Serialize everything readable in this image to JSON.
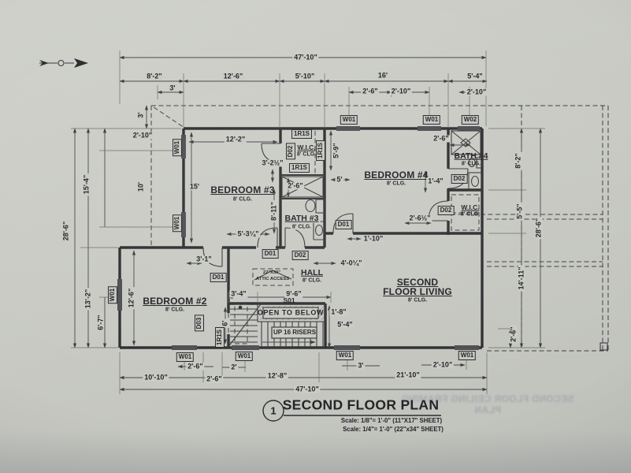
{
  "drawing": {
    "title": "SECOND FLOOR PLAN",
    "sheet_bubble": "1",
    "scale_note_1": "Scale: 1/8\"= 1'-0\" (11\"X17\" SHEET)",
    "scale_note_2": "Scale: 1/4\"= 1'-0\" (22\"x34\" SHEET)",
    "ghost_bleed_text": "SECOND FLOOR CEILING FRAMING PLAN"
  },
  "rooms": {
    "bed2": {
      "name": "BEDROOM #2",
      "ceiling": "8' CLG."
    },
    "bed3": {
      "name": "BEDROOM #3",
      "ceiling": "8' CLG."
    },
    "bed4": {
      "name": "BEDROOM #4",
      "ceiling": "8' CLG."
    },
    "bath3": {
      "name": "BATH #3",
      "ceiling": "8' CLG."
    },
    "bath4": {
      "name": "BATH #4",
      "ceiling": "8' CLG."
    },
    "wic_hall": {
      "name": "W.I.C.",
      "ceiling": "8' CLG."
    },
    "wic_bed4": {
      "name": "W.I.C.",
      "ceiling": "8' CLG."
    },
    "hall": {
      "name": "HALL",
      "ceiling": "8' CLG."
    },
    "living": {
      "name_line1": "SECOND",
      "name_line2": "FLOOR LIVING",
      "ceiling": "8' CLG."
    }
  },
  "stair": {
    "open_to_below": "OPEN TO BELOW",
    "up_note": "UP 16 RISERS",
    "stair_tag": "S01",
    "attic_size": "22\"X30\"",
    "attic_label": "ATTIC ACCESS"
  },
  "tags": {
    "w01": "W01",
    "w02": "W02",
    "d01": "D01",
    "d02": "D02",
    "d03": "D03",
    "r1s": "1R1S"
  },
  "dims": {
    "top": {
      "overall": "47'-10\"",
      "seg": [
        "8'-2\"",
        "12'-6\"",
        "5'-10\"",
        "16'",
        "5'-4\""
      ],
      "detail": [
        "3'",
        "2'-6\"",
        "2'-10\"",
        "2'-10\""
      ]
    },
    "left": {
      "overall": "28'-6\"",
      "seg": [
        "15'-4\"",
        "13'-2\""
      ],
      "detail": [
        "3'",
        "2'-10\"",
        "10'",
        "6'-7\""
      ]
    },
    "right": {
      "overall": "28'-6\"",
      "seg": [
        "8'-2\"",
        "5'-5\"",
        "14'-11\""
      ],
      "detail": [
        "2'-6\""
      ]
    },
    "bottom": {
      "overall": "47'-10\"",
      "seg": [
        "10'-10\"",
        "2'-6\"",
        "12'-8\"",
        "21'-10\""
      ],
      "detail": [
        "2'-6\"",
        "2'",
        "3'",
        "2'-10\""
      ]
    },
    "interior": {
      "bed3_width": "12'-2\"",
      "bed3_len": "15'",
      "bed3_door": "3'-2½\"",
      "bed3_wall": "8'-11\"",
      "bed3_door2": "5'-3¼\"",
      "tub": "2'-6\"",
      "strip_len": "5'-9\"",
      "bed4_left": "5'",
      "bath4_shower": "2'-6\"",
      "bath4_door": "1'-4\"",
      "wic_bed4_door": "2'-6½\"",
      "bed4_door": "1'-10\"",
      "bed2_width": "12'-6\"",
      "bed2_door": "3'-1\"",
      "hall_door": "4'-0¼\"",
      "stair_west": "3'-4\"",
      "stair_len": "9'-6\"",
      "landing": "1'-8\"",
      "stair_open": "5'-4\"",
      "closet": "6'"
    }
  }
}
